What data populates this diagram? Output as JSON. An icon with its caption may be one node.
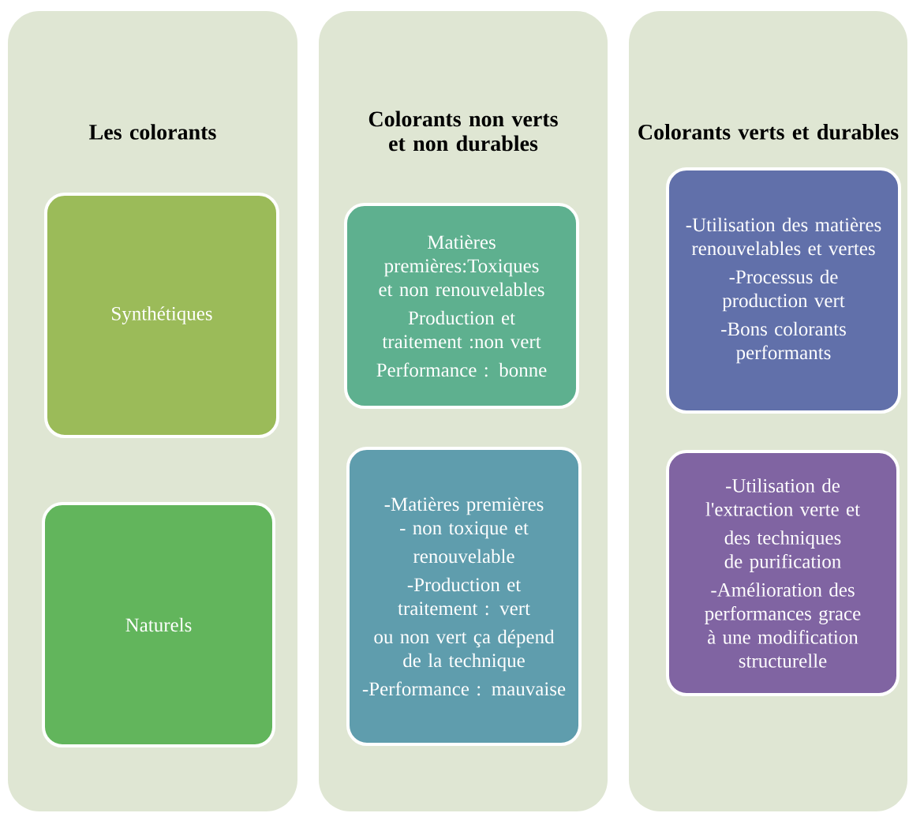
{
  "diagram": {
    "nodes": [
      {
        "text": [
          "Les colorants"
        ]
      },
      {
        "text": [
          "Synthétiques"
        ],
        "in": 0
      },
      {
        "text": [
          "Naturels"
        ],
        "in": 0
      },
      {
        "text": [
          "Colorants non verts et non durables"
        ]
      },
      {
        "text": [
          "Matières premières:Toxiques et non renouvelables",
          "Production et traitement :non vert",
          "Performance : bonne"
        ],
        "in": 3
      },
      {
        "text": [
          "-Matières premières - non toxique et",
          "renouvelable",
          "-Production et traitement : vert",
          "ou non vert ça dépend de la technique",
          "-Performance : mauvaise"
        ],
        "in": 3
      },
      {
        "text": [
          "Colorants verts et durables"
        ]
      },
      {
        "text": [
          "-Utilisation des matières renouvelables et vertes",
          "-Processus de production vert",
          "-Bons colorants performants"
        ],
        "in": 6
      },
      {
        "text": [
          "-Utilisation de l'extraction verte et",
          "des techniques de purification",
          "-Amélioration des performances grace à une modification structurelle"
        ],
        "in": 6
      }
    ],
    "edges": []
  }
}
